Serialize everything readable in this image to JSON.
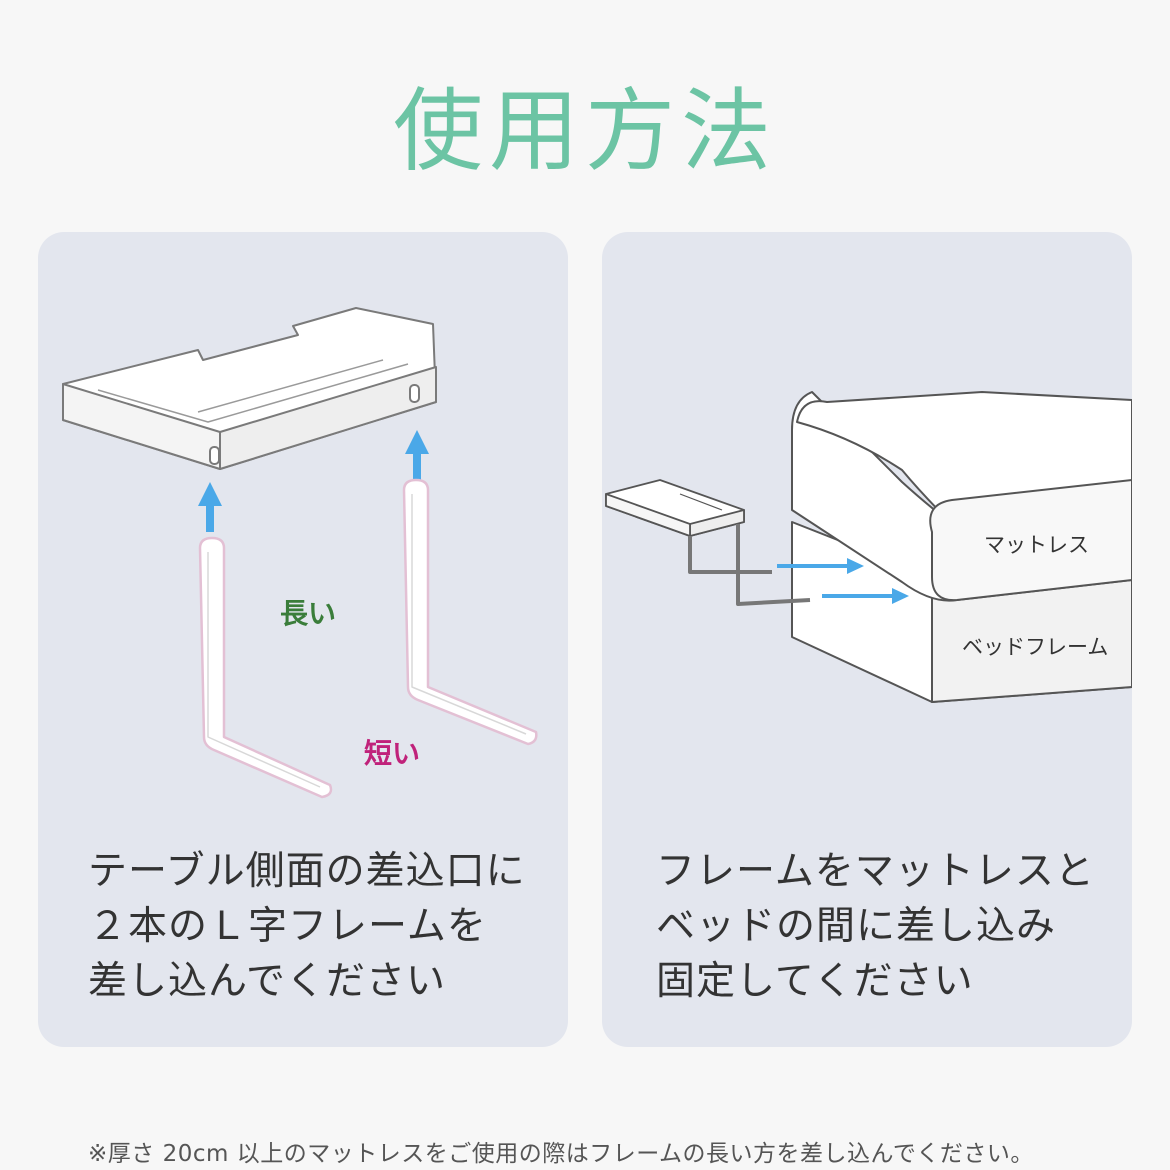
{
  "title": "使用方法",
  "colors": {
    "title": "#6cc4a4",
    "arrow": "#4aa8e8",
    "long_label": "#3a7d3a",
    "short_label": "#c0227a",
    "panel_bg": "#e3e6ee"
  },
  "left_panel": {
    "label_long": "長い",
    "label_short": "短い",
    "description": "テーブル側面の差込口に\n２本のＬ字フレームを\n差し込んでください"
  },
  "right_panel": {
    "mattress_label": "マットレス",
    "bedframe_label": "ベッドフレーム",
    "description": "フレームをマットレスと\nベッドの間に差し込み\n固定してください"
  },
  "footnote": "※厚さ 20cm 以上のマットレスをご使用の際はフレームの長い方を差し込んでください。"
}
